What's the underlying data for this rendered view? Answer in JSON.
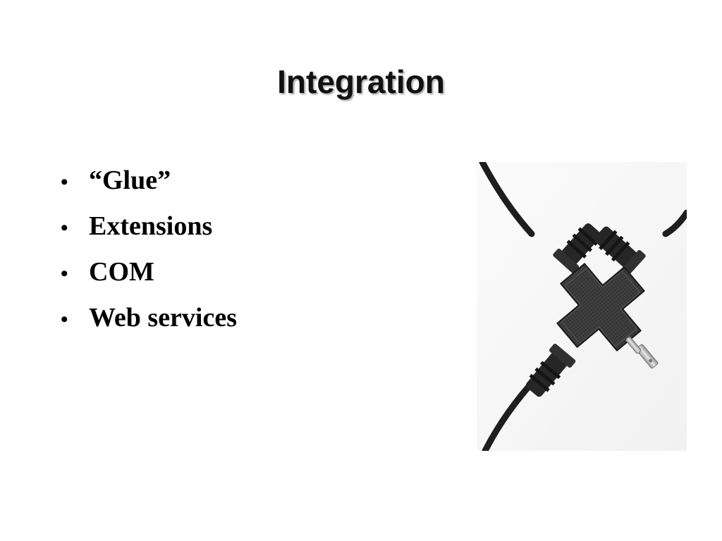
{
  "slide": {
    "title": "Integration",
    "bullet_symbol": "•",
    "bullets": [
      {
        "label": "“Glue”"
      },
      {
        "label": "Extensions"
      },
      {
        "label": "COM"
      },
      {
        "label": "Web services"
      }
    ],
    "image": {
      "icon": "power-cord-splitter-photo"
    }
  }
}
